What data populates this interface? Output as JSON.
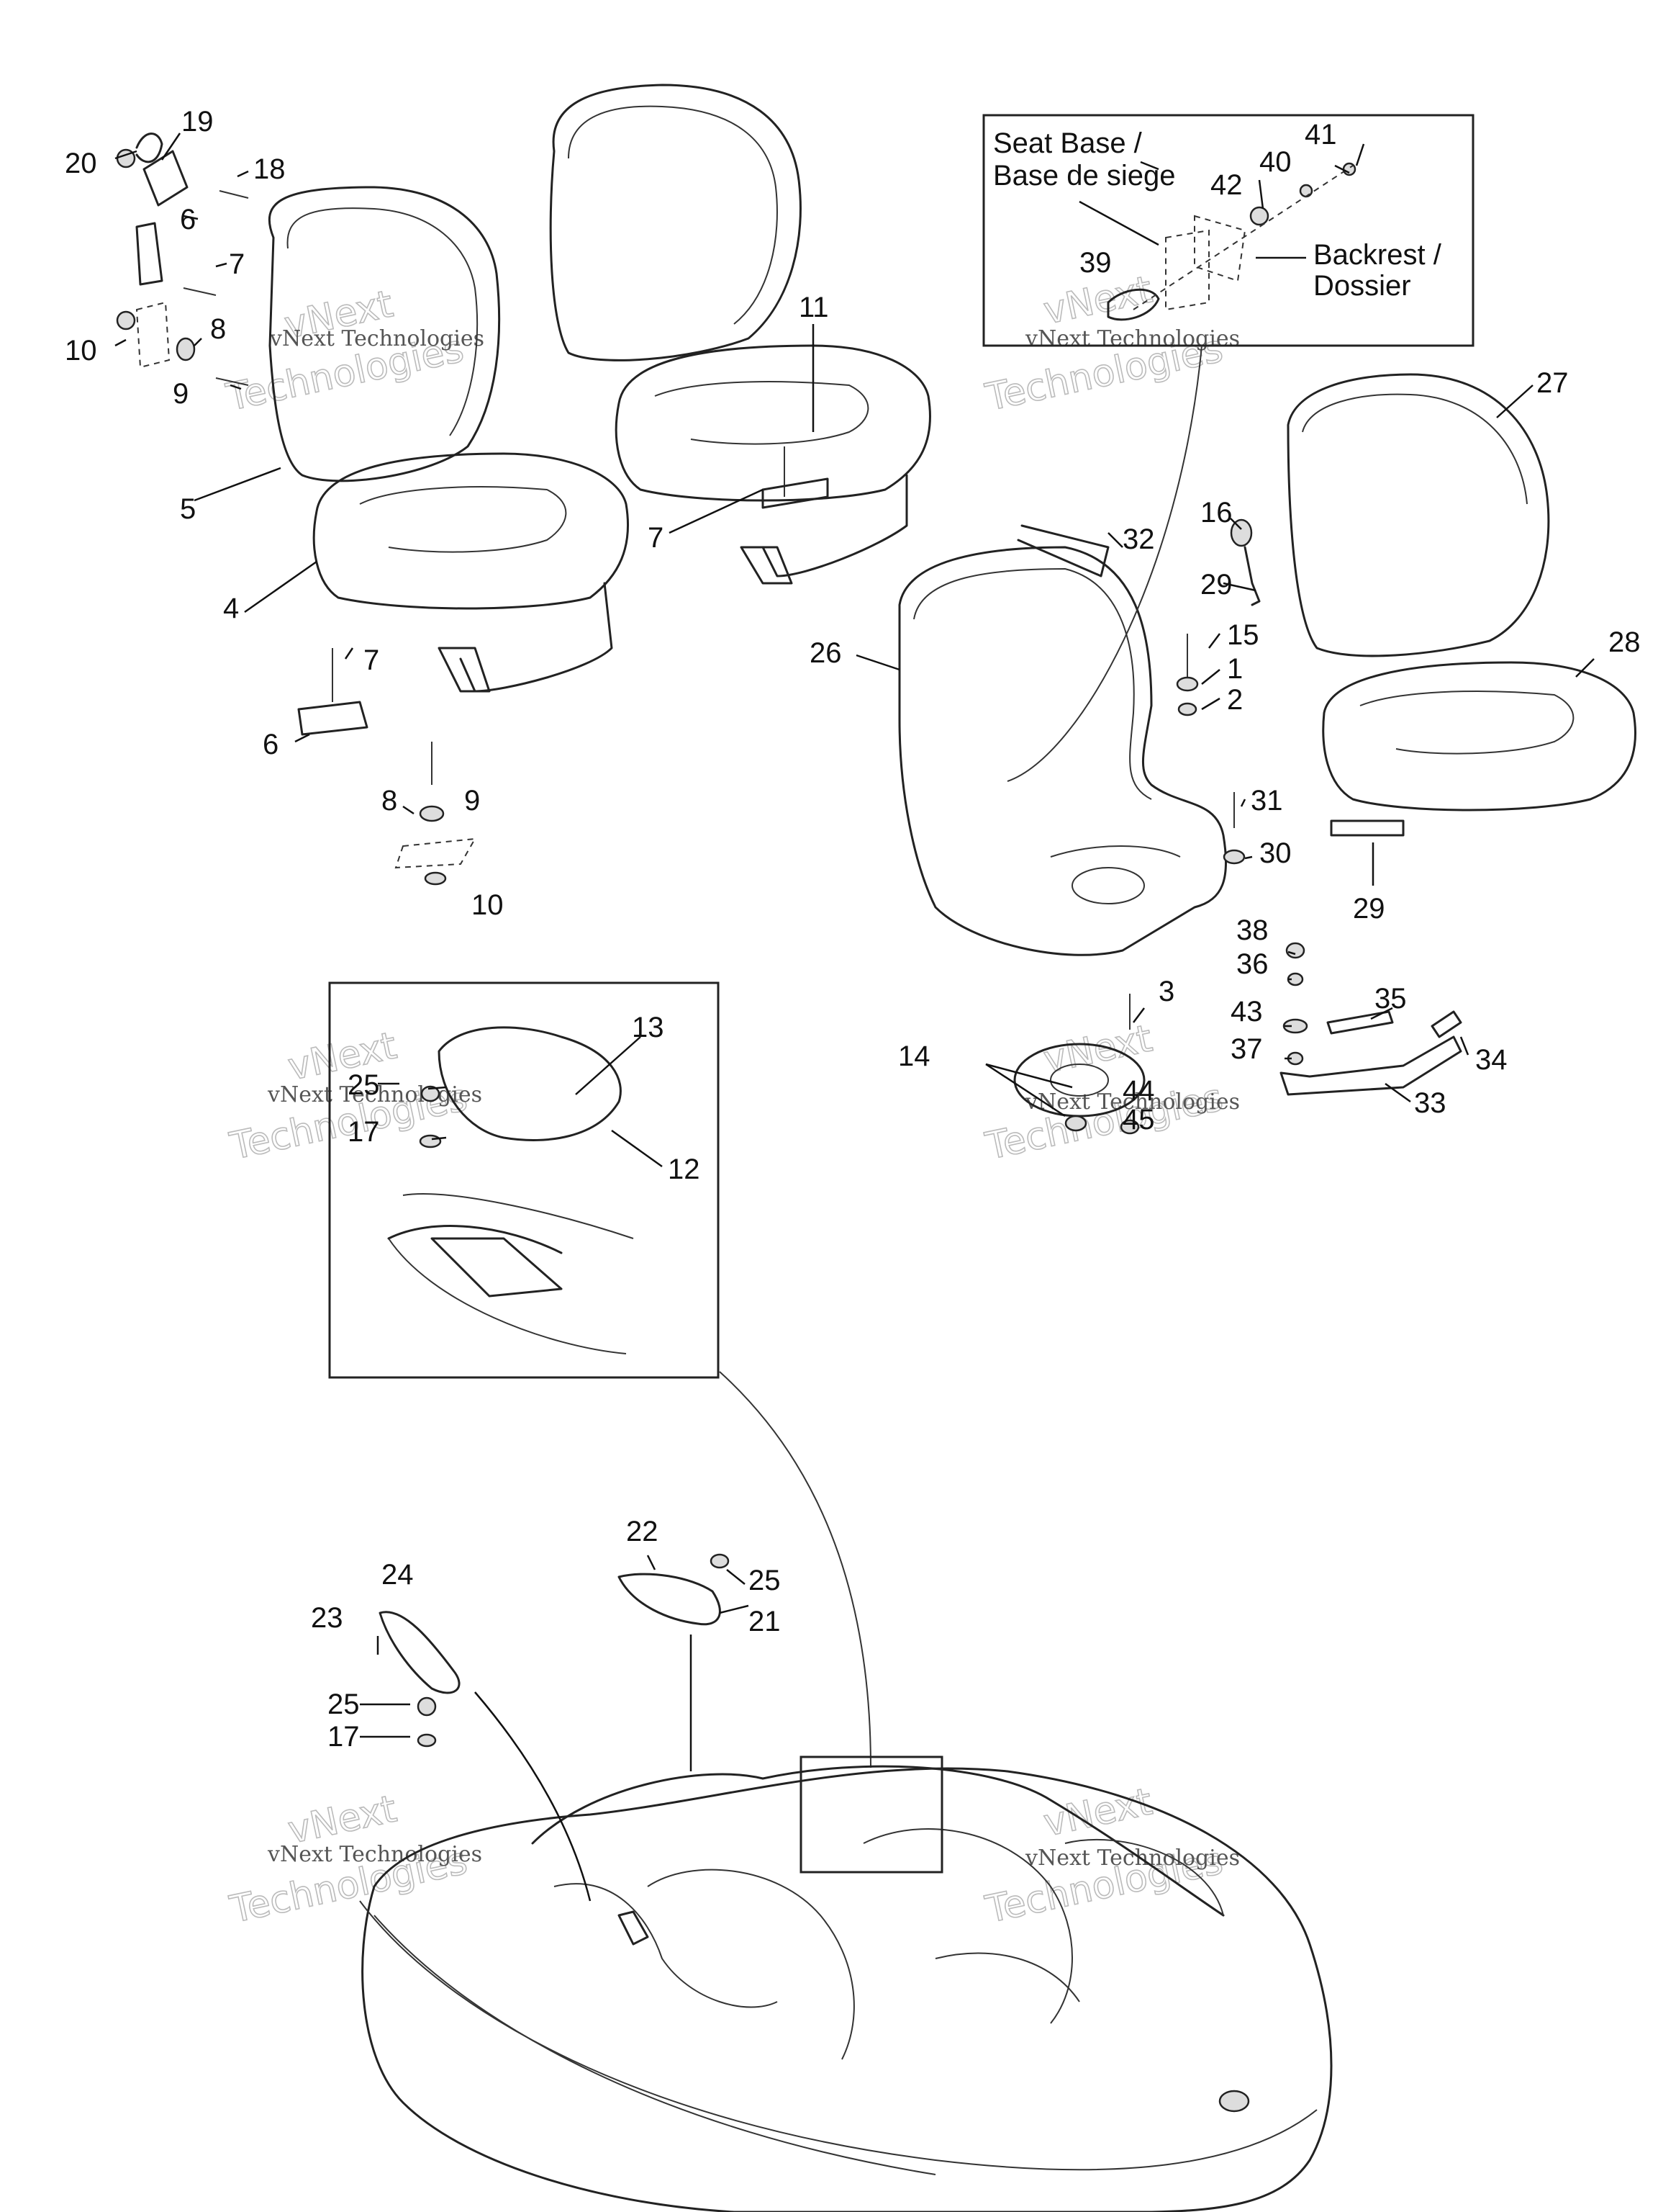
{
  "callouts": {
    "c1": "1",
    "c2": "2",
    "c3": "3",
    "c4": "4",
    "c5": "5",
    "c6": "6",
    "c7": "7",
    "c8": "8",
    "c9": "9",
    "c10": "10",
    "c11": "11",
    "c12": "12",
    "c13": "13",
    "c14": "14",
    "c15": "15",
    "c16": "16",
    "c17": "17",
    "c18": "18",
    "c19": "19",
    "c20": "20",
    "c21": "21",
    "c22": "22",
    "c23": "23",
    "c24": "24",
    "c25": "25",
    "c26": "26",
    "c27": "27",
    "c28": "28",
    "c29": "29",
    "c30": "30",
    "c31": "31",
    "c32": "32",
    "c33": "33",
    "c34": "34",
    "c35": "35",
    "c36": "36",
    "c37": "37",
    "c38": "38",
    "c39": "39",
    "c40": "40",
    "c41": "41",
    "c42": "42",
    "c43": "43",
    "c44": "44",
    "c45": "45"
  },
  "inset": {
    "seat_base_line1": "Seat Base /",
    "seat_base_line2": "Base de siege",
    "backrest_line1": "Backrest /",
    "backrest_line2": "Dossier"
  },
  "watermark": {
    "brand_line": "vNext Technologies",
    "word_top": "vNext",
    "word_bottom": "Technologies"
  }
}
